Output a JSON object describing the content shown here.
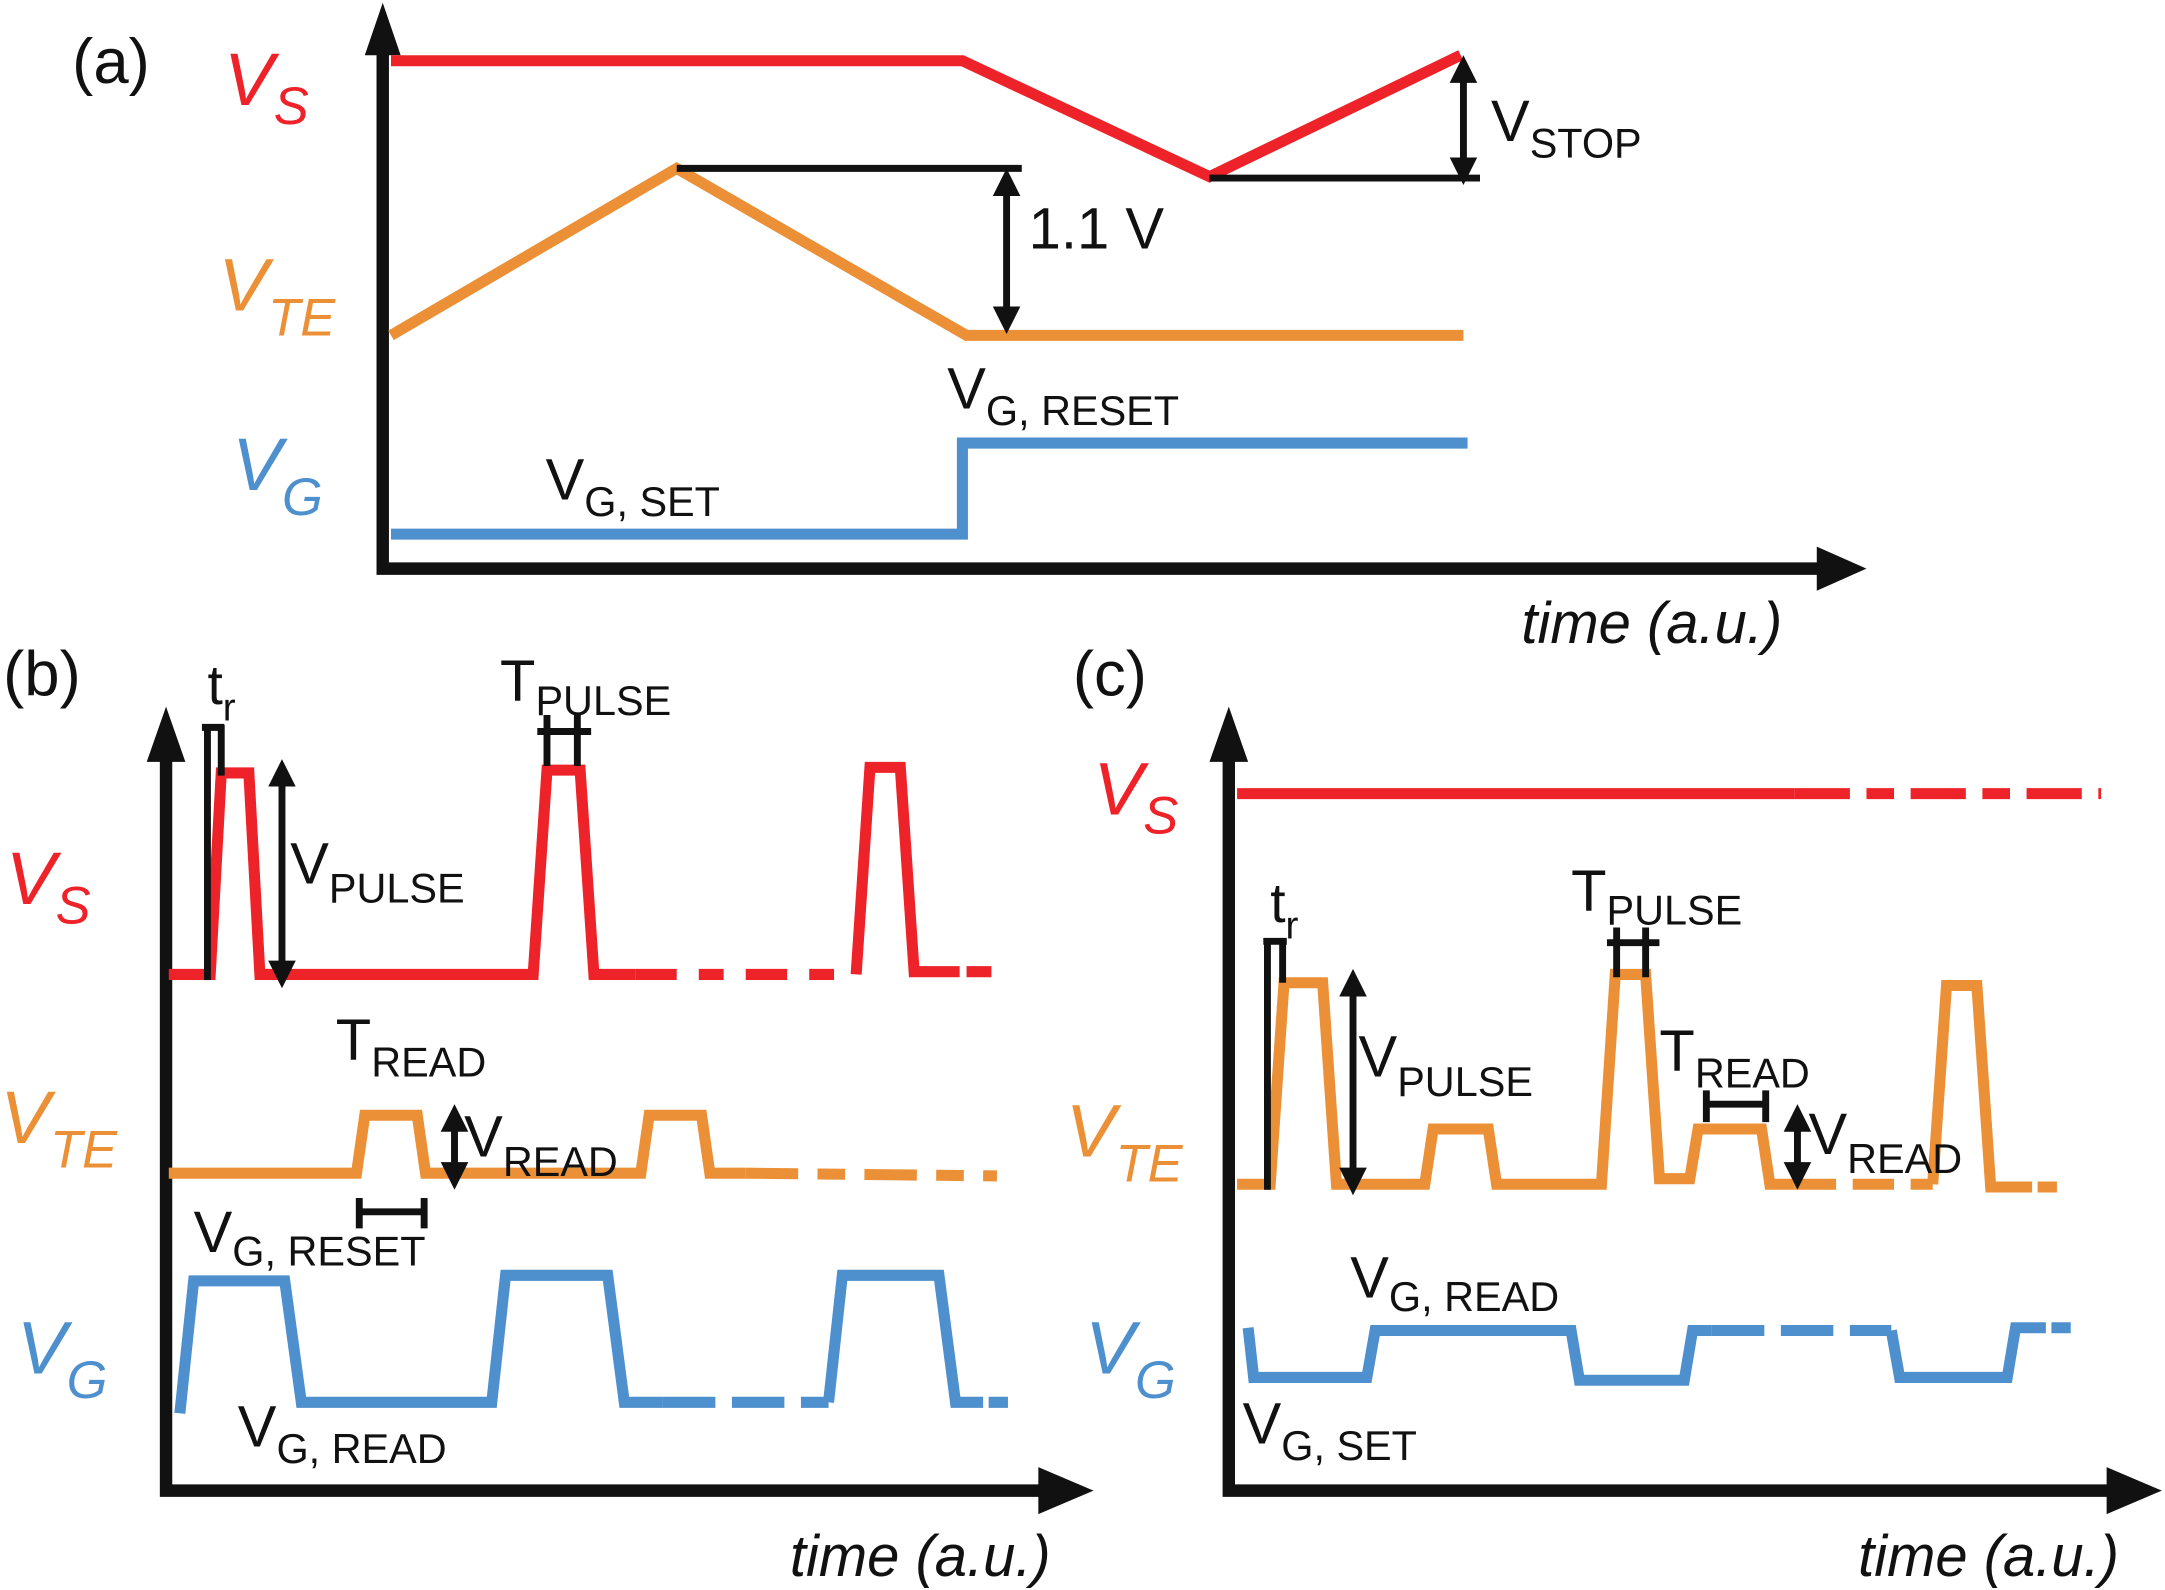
{
  "colors": {
    "vs": "#ED2329",
    "vte": "#EB9036",
    "vg": "#4E8FCE",
    "axis": "#111111"
  },
  "chart_data": [
    {
      "type": "line",
      "panel": "(a)",
      "title": "Ramped SET/RESET waveform",
      "xlabel": "time (a.u.)",
      "ylabel": "",
      "signals": [
        {
          "name": "V_S",
          "label_main": "V",
          "label_sub": "S",
          "shape": "constant high, then ramps down, then ramps back up"
        },
        {
          "name": "V_TE",
          "label_main": "V",
          "label_sub": "TE",
          "shape": "ramp up to peak, ramp down, then constant"
        },
        {
          "name": "V_G",
          "label_main": "V",
          "label_sub": "G",
          "shape": "low (V_G,SET) then step up to V_G,RESET"
        }
      ],
      "annotations": [
        {
          "main": "1.1 V",
          "sub": ""
        },
        {
          "main": "V",
          "sub": "STOP"
        },
        {
          "main": "V",
          "sub": "G, RESET"
        },
        {
          "main": "V",
          "sub": "G, SET"
        }
      ]
    },
    {
      "type": "line",
      "panel": "(b)",
      "title": "Pulsed RESET with read-verify",
      "xlabel": "time (a.u.)",
      "signals": [
        {
          "name": "V_S",
          "label_main": "V",
          "label_sub": "S",
          "pulses": 3
        },
        {
          "name": "V_TE",
          "label_main": "V",
          "label_sub": "TE",
          "pulses": 2
        },
        {
          "name": "V_G",
          "label_main": "V",
          "label_sub": "G",
          "pulses": 3
        }
      ],
      "annotations": [
        {
          "main": "t",
          "sub": "r"
        },
        {
          "main": "T",
          "sub": "PULSE"
        },
        {
          "main": "V",
          "sub": "PULSE"
        },
        {
          "main": "T",
          "sub": "READ"
        },
        {
          "main": "V",
          "sub": "READ"
        },
        {
          "main": "V",
          "sub": "G, RESET"
        },
        {
          "main": "V",
          "sub": "G, READ"
        }
      ]
    },
    {
      "type": "line",
      "panel": "(c)",
      "title": "Pulsed SET with read-verify",
      "xlabel": "time (a.u.)",
      "signals": [
        {
          "name": "V_S",
          "label_main": "V",
          "label_sub": "S",
          "pulses": 0
        },
        {
          "name": "V_TE",
          "label_main": "V",
          "label_sub": "TE",
          "pulses": 5
        },
        {
          "name": "V_G",
          "label_main": "V",
          "label_sub": "G",
          "pulses": 2
        }
      ],
      "annotations": [
        {
          "main": "t",
          "sub": "r"
        },
        {
          "main": "T",
          "sub": "PULSE"
        },
        {
          "main": "V",
          "sub": "PULSE"
        },
        {
          "main": "T",
          "sub": "READ"
        },
        {
          "main": "V",
          "sub": "READ"
        },
        {
          "main": "V",
          "sub": "G, READ"
        },
        {
          "main": "V",
          "sub": "G, SET"
        }
      ]
    }
  ],
  "panels": {
    "a": {
      "tag": "(a)",
      "xlabel": "time (a.u.)"
    },
    "b": {
      "tag": "(b)",
      "xlabel": "time (a.u.)"
    },
    "c": {
      "tag": "(c)",
      "xlabel": "time (a.u.)"
    }
  },
  "labels": {
    "v": "V",
    "t_small": "t",
    "t_big": "T",
    "s": "S",
    "te": "TE",
    "g": "G",
    "r": "r",
    "stop": "STOP",
    "pulse": "PULSE",
    "read": "READ",
    "g_reset": "G, RESET",
    "g_set": "G, SET",
    "g_read": "G, READ",
    "v11": "1.1 V"
  }
}
